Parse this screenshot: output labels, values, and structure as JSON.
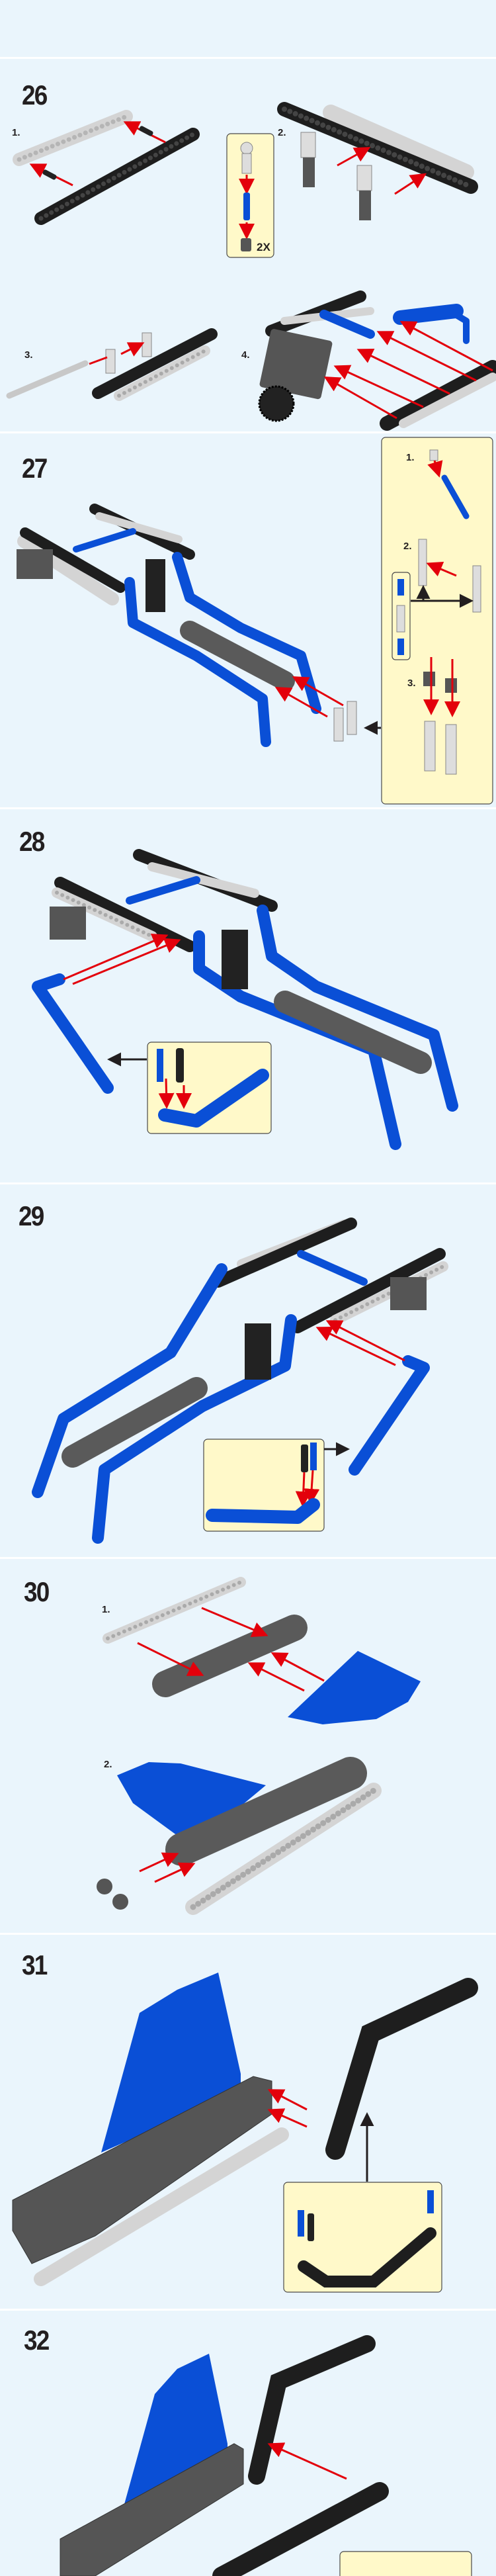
{
  "steps": [
    {
      "number": "26",
      "sublabels": [
        "1.",
        "2.",
        "3.",
        "4."
      ],
      "callout_quantity": "2X"
    },
    {
      "number": "27",
      "callout_sublabels": [
        "1.",
        "2.",
        "3."
      ]
    },
    {
      "number": "28"
    },
    {
      "number": "29"
    },
    {
      "number": "30",
      "sublabels": [
        "1.",
        "2."
      ]
    },
    {
      "number": "31"
    },
    {
      "number": "32"
    }
  ],
  "colors": {
    "background": "#eaf5fc",
    "callout": "#fff9c9",
    "arrow": "#e3000b",
    "part_blue": "#0a4fd6",
    "part_black": "#1e1e1e",
    "part_light_gray": "#d4d4d4",
    "part_dark_gray": "#5a5a5a"
  }
}
